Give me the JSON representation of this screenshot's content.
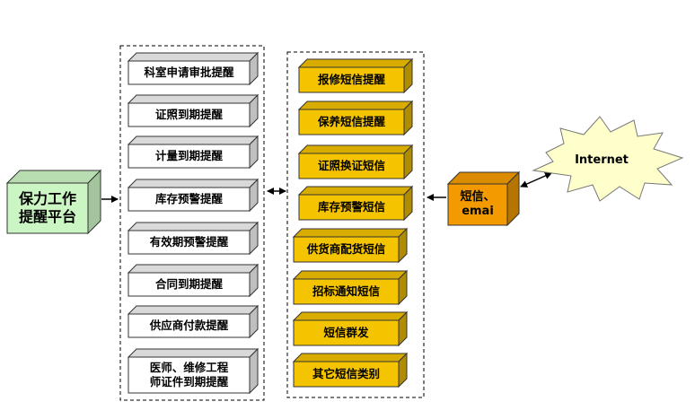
{
  "platform": {
    "line1": "保力工作",
    "line2": "提醒平台"
  },
  "left_items": [
    "科室申请审批提醒",
    "证照到期提醒",
    "计量到期提醒",
    "库存预警提醒",
    "有效期预警提醒",
    "合同到期提醒",
    "供应商付款提醒"
  ],
  "left_last": {
    "line1": "医师、维修工程",
    "line2": "师证件到期提醒"
  },
  "right_items": [
    "报修短信提醒",
    "保养短信提醒",
    "证照换证短信",
    "库存预警短信",
    "供货商配货短信",
    "招标通知短信",
    "短信群发",
    "其它短信类别"
  ],
  "sms": {
    "line1": "短信、",
    "line2": "emai"
  },
  "internet": "Internet",
  "colors": {
    "platform_fill": "#ccf5c4",
    "left_fill": "#ffffff",
    "right_fill": "#f5c400",
    "sms_fill": "#f39a00",
    "internet_fill": "#ffffcc",
    "border": "#333333"
  }
}
